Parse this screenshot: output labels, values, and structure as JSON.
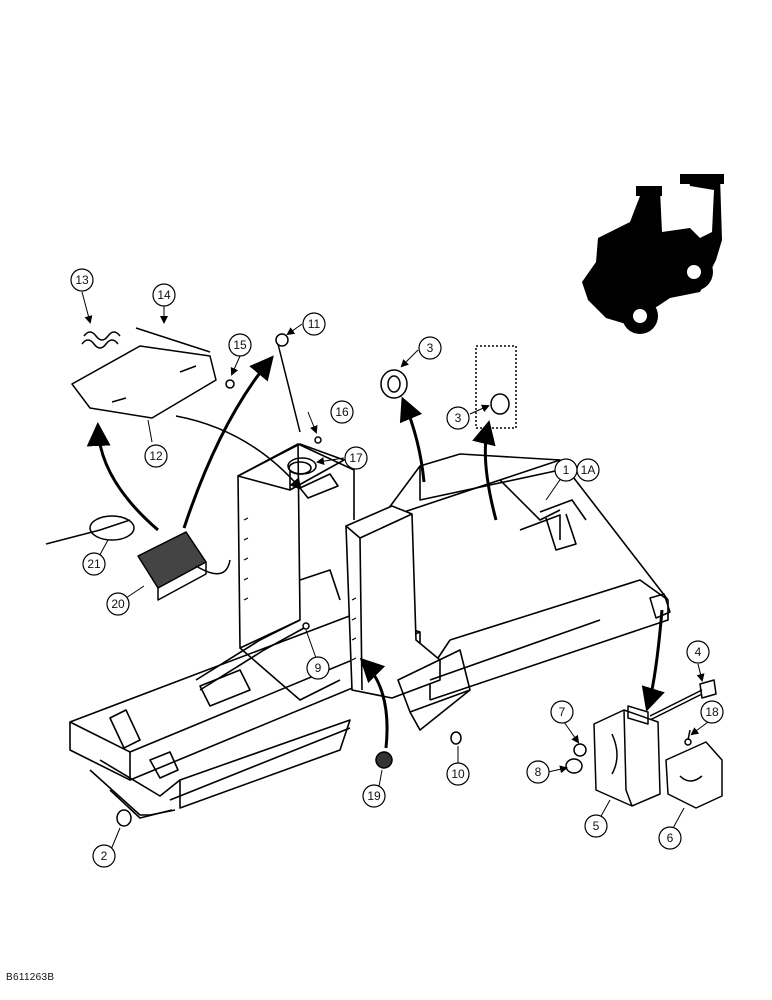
{
  "drawing_code": "B611263B",
  "callouts": {
    "c13": "13",
    "c14": "14",
    "c15": "15",
    "c11": "11",
    "c12": "12",
    "c16": "16",
    "c17": "17",
    "c3a": "3",
    "c3b": "3",
    "c1": "1",
    "c1a": "1A",
    "c21": "21",
    "c20": "20",
    "c9": "9",
    "c4": "4",
    "c7": "7",
    "c18": "18",
    "c8": "8",
    "c19": "19",
    "c10": "10",
    "c5": "5",
    "c6": "6",
    "c2": "2"
  }
}
